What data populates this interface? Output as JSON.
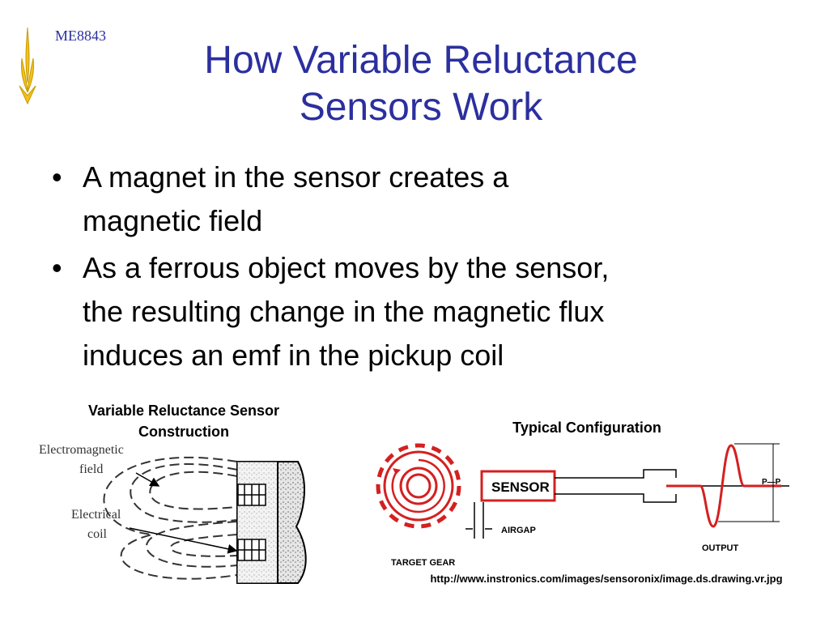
{
  "header": {
    "course_code": "ME8843",
    "title_line1": "How Variable Reluctance",
    "title_line2": "Sensors Work",
    "logo_icon": "flame-logo-icon"
  },
  "bullets": [
    {
      "line1": "A magnet in the sensor creates a",
      "line2": "magnetic field"
    },
    {
      "line1": "As a ferrous object moves by the sensor,",
      "line2": "the resulting change in the magnetic flux",
      "line3": "induces an emf in the pickup coil"
    }
  ],
  "figure_left": {
    "caption_line1": "Variable Reluctance Sensor",
    "caption_line2": "Construction",
    "label_field_line1": "Electromagnetic",
    "label_field_line2": "field",
    "label_coil_line1": "Electrical",
    "label_coil_line2": "coil"
  },
  "figure_right": {
    "caption": "Typical Configuration",
    "sensor_label": "SENSOR",
    "airgap_label": "AIRGAP",
    "gear_label": "TARGET  GEAR",
    "output_label": "OUTPUT",
    "pp_label": "P—P"
  },
  "source_url": "http://www.instronics.com/images/sensoronix/image.ds.drawing.vr.jpg",
  "colors": {
    "title": "#2b2f9e",
    "accent_red": "#d42020",
    "logo_gold": "#f2c21a"
  }
}
